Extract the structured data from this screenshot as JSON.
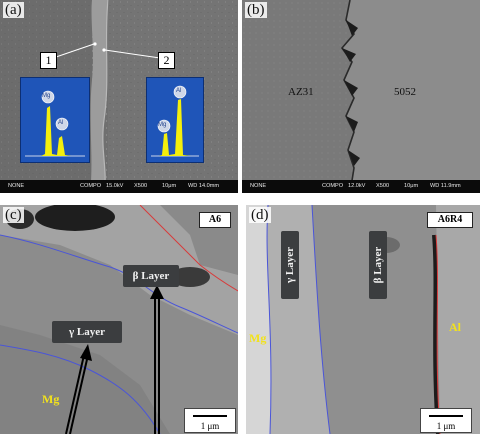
{
  "panels": {
    "a": {
      "label": "(a)",
      "marker_1": "1",
      "marker_2": "2",
      "spectrum_left": {
        "peak_1": "Mg",
        "peak_2": "Al"
      },
      "spectrum_right": {
        "peak_1": "Mg",
        "peak_2": "Al"
      },
      "infobar": {
        "detector": "NONE",
        "mode": "COMPO",
        "voltage": "15.0kV",
        "magnification": "X500",
        "scale": "10μm",
        "wd": "WD 14.0mm"
      }
    },
    "b": {
      "label": "(b)",
      "left_material": "AZ31",
      "right_material": "5052",
      "infobar": {
        "detector": "NONE",
        "mode": "COMPO",
        "voltage": "12.0kV",
        "magnification": "X500",
        "scale": "10μm",
        "wd": "WD 11.9mm"
      }
    },
    "c": {
      "label": "(c)",
      "sample": "A6",
      "beta_label": "β Layer",
      "gamma_label": "γ Layer",
      "mg_label": "Mg",
      "scale": "1 μm"
    },
    "d": {
      "label": "(d)",
      "sample": "A6R4",
      "gamma_label": "γ Layer",
      "beta_label": "β Layer",
      "mg_label": "Mg",
      "al_label": "Al",
      "scale": "1 μm"
    }
  },
  "colors": {
    "spectrum_bg": "#1f55b8",
    "peak": "#f4ef0c",
    "boundary_blue": "#4a55d8",
    "boundary_red": "#d83a3a",
    "label_yellow": "#f2e21c"
  }
}
